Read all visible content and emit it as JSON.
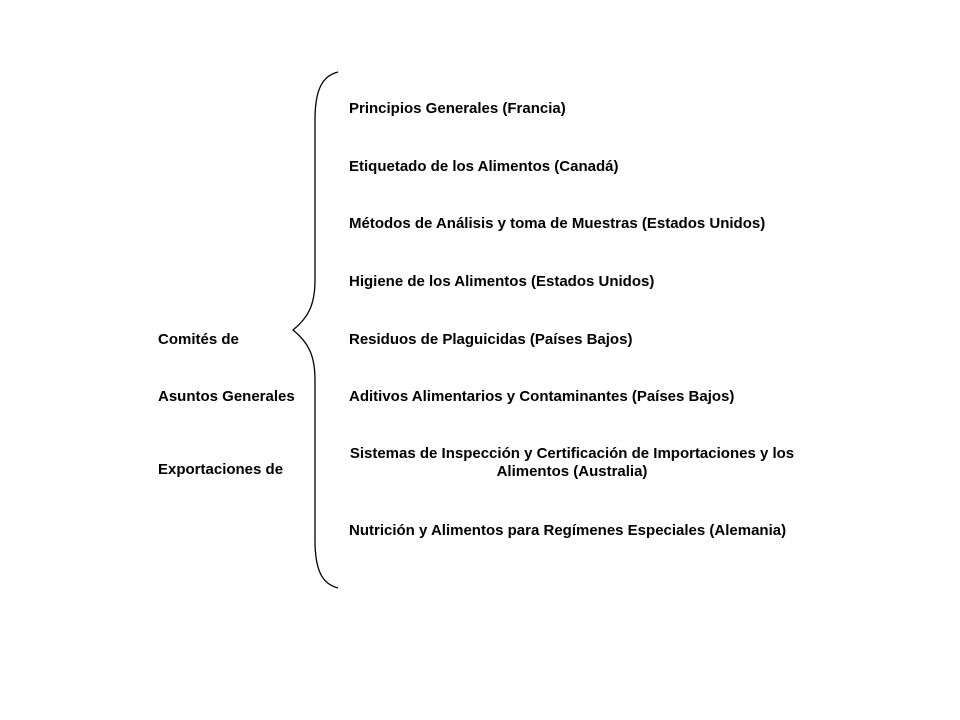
{
  "left_labels": [
    "Comités de",
    "Asuntos Generales",
    "Exportaciones de"
  ],
  "committees": [
    "Principios Generales (Francia)",
    "Etiquetado de los Alimentos (Canadá)",
    "Métodos de Análisis y toma de Muestras (Estados Unidos)",
    "Higiene de los Alimentos (Estados Unidos)",
    "Residuos de Plaguicidas (Países Bajos)",
    "Aditivos Alimentarios y Contaminantes (Países Bajos)",
    "Sistemas de Inspección y Certificación de Importaciones y los Alimentos (Australia)",
    "Nutrición y Alimentos para Regímenes Especiales (Alemania)"
  ],
  "colors": {
    "text": "#000000",
    "brace": "#000000",
    "background": "#ffffff"
  }
}
